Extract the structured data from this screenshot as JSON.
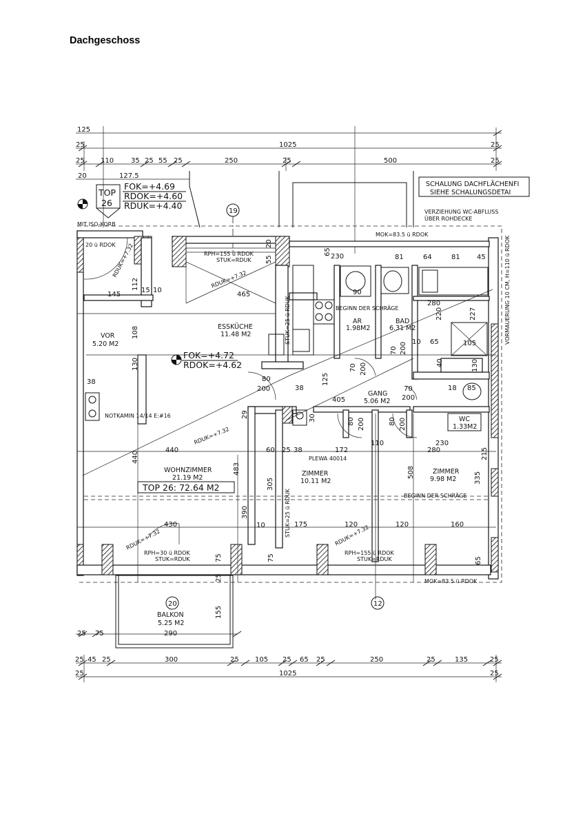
{
  "page_title": "Dachgeschoss",
  "dimensions": {
    "top_row1": [
      "125"
    ],
    "top_row2": [
      "25",
      "1025",
      "25"
    ],
    "top_row3": [
      "25",
      "110",
      "35",
      "25",
      "55",
      "25",
      "250",
      "25",
      "500",
      "25"
    ],
    "top_row4": [
      "20",
      "127.5"
    ],
    "bottom_row1": [
      "25",
      "45",
      "25",
      "300",
      "25",
      "105",
      "25",
      "65",
      "25",
      "250",
      "25",
      "135",
      "25"
    ],
    "bottom_row2": [
      "25",
      "1025",
      "25"
    ],
    "balcony": [
      "25",
      "75",
      "290",
      "155"
    ]
  },
  "level_box": {
    "top_label": "TOP",
    "top_number": "26",
    "fok": "FOK=+4.69",
    "rdok": "RDOK=+4.60",
    "rduk": "RDUK=+4.40"
  },
  "notes": {
    "schalung_line1": "SCHALUNG DACHFLÄCHENFI",
    "schalung_line2": "SIEHE SCHALUNGSDETAI",
    "verziehung_line1": "VERZIEHUNG WC-ABFLUSS",
    "verziehung_line2": "ÜBER ROHDECKE",
    "mok_top": "MOK=83.5 ü RDOK",
    "mok_bottom": "MOK=83.5 ü RDOK",
    "iso_korb": "MIT ISO-KORB",
    "vormauerung": "VORMAUERUNG 10 CM, H=110 ü RDOK",
    "notkamin": "NOTKAMIN 14/14 E:#16",
    "plewa": "PLEWA 40014",
    "beginn_schraege_1": "BEGINN DER SCHRÄGE",
    "beginn_schraege_2": "BEGINN DER SCHRÄGE",
    "rph_top": "RPH=155 ü RDOK",
    "stuk_top": "STUK=RDUK",
    "rph_wohn": "RPH=30 ü RDOK",
    "stuk_wohn": "STUK=RDUK",
    "rph_zimmer": "RPH=155 ü RDOK",
    "stuk_zimmer": "STUK=RDUK",
    "rduk_1": "RDUK=+7.32",
    "rduk_2": "RDUK=+7.32",
    "rduk_3": "RDUK=+7.32",
    "rduk_4": "RDUK=+7.32",
    "rduk_5": "RDUK=+7.32",
    "stuk_rduk_v1": "STUK=25 ü RDUK",
    "stuk_rduk_v2": "STUK=25 ü RDUK",
    "roof_20": "20 ü RDOK",
    "axis_19": "19",
    "axis_12": "12",
    "axis_20": "20"
  },
  "center_level": {
    "fok": "FOK=+4.72",
    "rdok": "RDOK=+4.62"
  },
  "rooms": {
    "vor_name": "VOR",
    "vor_area": "5.20 M2",
    "ess_name": "ESSKÜCHE",
    "ess_area": "11.48 M2",
    "ar_name": "AR",
    "ar_area": "1.98M2",
    "bad_name": "BAD",
    "bad_area": "6.31 M2",
    "gang_name": "GANG",
    "gang_area": "5.06 M2",
    "wc_name": "WC",
    "wc_area": "1.33M2",
    "wohn_name": "WOHNZIMMER",
    "wohn_area": "21.19 M2",
    "zimmer1_name": "ZIMMER",
    "zimmer1_area": "10.11 M2",
    "zimmer2_name": "ZIMMER",
    "zimmer2_area": "9.98 M2",
    "balkon_name": "BALKON",
    "balkon_area": "5.25 M2",
    "top_total": "TOP 26: 72.64 M2"
  },
  "inner_dims": {
    "d465": "465",
    "d145": "145",
    "d15": "15",
    "d10": "10",
    "d112": "112",
    "d108": "108",
    "d130": "130",
    "d38a": "38",
    "d38b": "38",
    "d80": "80",
    "d200a": "200",
    "d405": "405",
    "d70a": "70",
    "d200b": "200",
    "d70b": "70",
    "d200c": "200",
    "d70c": "70",
    "d200d": "200",
    "d230a": "230",
    "d65a": "65",
    "d81a": "81",
    "d64": "64",
    "d81b": "81",
    "d45": "45",
    "d90": "90",
    "d280a": "280",
    "d220": "220",
    "d227": "227",
    "d10b": "10",
    "d65b": "65",
    "d105": "105",
    "d40": "40",
    "d130b": "130",
    "d18": "18",
    "d85": "85",
    "d125": "125",
    "d30": "30",
    "d29": "29",
    "d440": "440",
    "d60": "60",
    "d25": "25",
    "d38c": "38",
    "d172": "172",
    "d110": "110",
    "d230b": "230",
    "d280b": "280",
    "d215": "215",
    "d483": "483",
    "d440v": "440",
    "d305": "305",
    "d390": "390",
    "d508": "508",
    "d335": "335",
    "d430": "430",
    "d175": "175",
    "d120a": "120",
    "d120b": "120",
    "d160": "160",
    "d75a": "75",
    "d75b": "75",
    "d25b": "25",
    "d65c": "65",
    "d80b": "80",
    "d200e": "200",
    "d80c": "80",
    "d200f": "200",
    "d10c": "10",
    "d55": "55",
    "d20": "20"
  }
}
